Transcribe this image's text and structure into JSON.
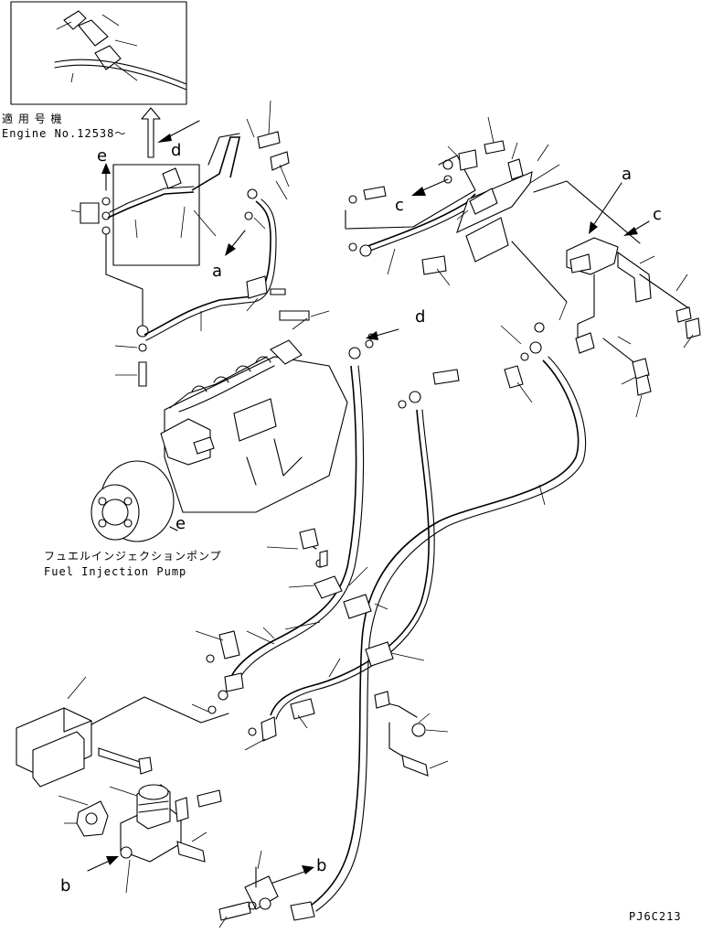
{
  "inset": {
    "caption_jp": "適 用 号 機",
    "caption_en": "Engine No.12538～"
  },
  "pump": {
    "label_jp": "フュエルインジェクションポンプ",
    "label_en": "Fuel Injection Pump"
  },
  "reference_letters": {
    "a1": "a",
    "a2": "a",
    "b1": "b",
    "b2": "b",
    "c1": "c",
    "c2": "c",
    "d1": "d",
    "d2": "d",
    "e1": "e",
    "e2": "e"
  },
  "drawing_code": "PJ6C213"
}
